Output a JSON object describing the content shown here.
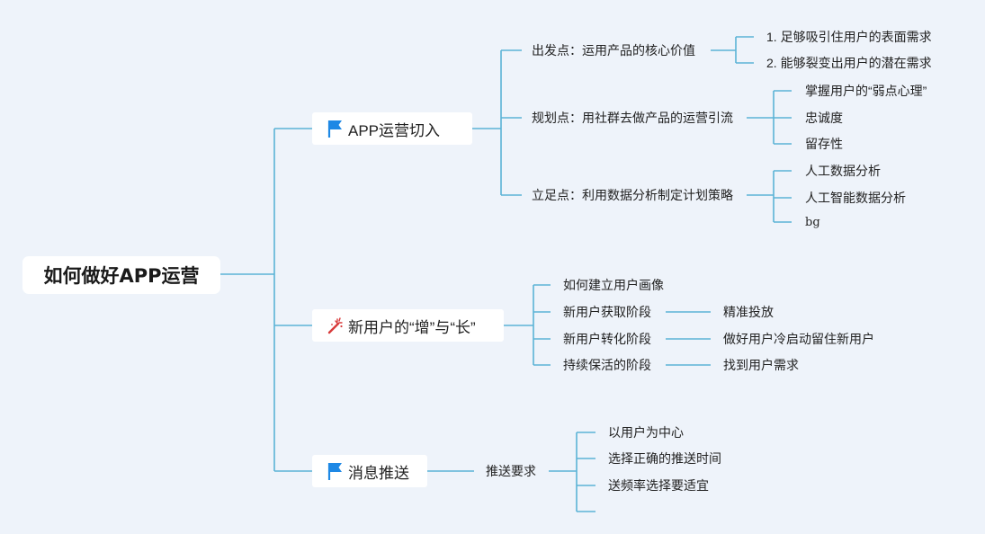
{
  "root": {
    "title": "如何做好APP运营"
  },
  "branches": [
    {
      "label": "APP运营切入",
      "icon": "flag-icon",
      "children": [
        {
          "label": "出发点：运用产品的核心价值",
          "children": [
            "1. 足够吸引住用户的表面需求",
            "2. 能够裂变出用户的潜在需求"
          ]
        },
        {
          "label": "规划点：用社群去做产品的运营引流",
          "children": [
            "掌握用户的“弱点心理”",
            "忠诚度",
            "留存性"
          ]
        },
        {
          "label": "立足点：利用数据分析制定计划策略",
          "children": [
            "人工数据分析",
            "人工智能数据分析",
            "bg"
          ]
        }
      ]
    },
    {
      "label": "新用户的“增”与“长”",
      "icon": "magic-wand-icon",
      "children": [
        {
          "label": "如何建立用户画像",
          "children": []
        },
        {
          "label": "新用户获取阶段",
          "children": [
            "精准投放"
          ]
        },
        {
          "label": "新用户转化阶段",
          "children": [
            "做好用户冷启动留住新用户"
          ]
        },
        {
          "label": "持续保活的阶段",
          "children": [
            "找到用户需求"
          ]
        }
      ]
    },
    {
      "label": "消息推送",
      "icon": "flag-icon",
      "children": [
        {
          "label": "推送要求",
          "children": [
            "以用户为中心",
            "选择正确的推送时间",
            "送频率选择要适宜",
            ""
          ]
        }
      ]
    }
  ],
  "colors": {
    "line": "#5bb3d6",
    "background": "#eef3fa",
    "node": "#ffffff",
    "flag": "#1e88e5",
    "wand": "#d83a3a"
  }
}
